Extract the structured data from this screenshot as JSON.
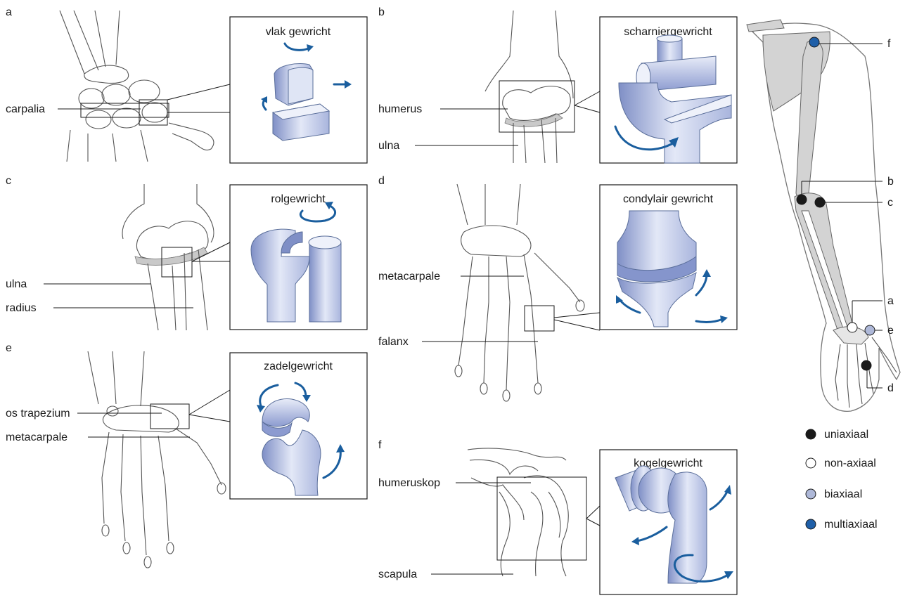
{
  "panels": {
    "a": {
      "letter": "a",
      "joint_title": "vlak gewricht",
      "labels": [
        "carpalia"
      ]
    },
    "b": {
      "letter": "b",
      "joint_title": "scharniergewricht",
      "labels": [
        "humerus",
        "ulna"
      ]
    },
    "c": {
      "letter": "c",
      "joint_title": "rolgewricht",
      "labels": [
        "ulna",
        "radius"
      ]
    },
    "d": {
      "letter": "d",
      "joint_title": "condylair gewricht",
      "labels": [
        "metacarpale",
        "falanx"
      ]
    },
    "e": {
      "letter": "e",
      "joint_title": "zadelgewricht",
      "labels": [
        "os trapezium",
        "metacarpale"
      ]
    },
    "f": {
      "letter": "f",
      "joint_title": "kogelgewricht",
      "labels": [
        "humeruskop",
        "scapula"
      ]
    }
  },
  "arm": {
    "markers": [
      {
        "letter": "f",
        "type": "multiaxiaal"
      },
      {
        "letter": "b",
        "type": "uniaxiaal"
      },
      {
        "letter": "c",
        "type": "uniaxiaal"
      },
      {
        "letter": "a",
        "type": "non-axiaal"
      },
      {
        "letter": "e",
        "type": "biaxiaal"
      },
      {
        "letter": "d",
        "type": "uniaxiaal"
      }
    ]
  },
  "legend": {
    "items": [
      {
        "label": "uniaxiaal",
        "fill": "#1a1a1a"
      },
      {
        "label": "non-axiaal",
        "fill": "#ffffff"
      },
      {
        "label": "biaxiaal",
        "fill": "#aeb8d8"
      },
      {
        "label": "multiaxiaal",
        "fill": "#1f5fa8"
      }
    ]
  },
  "colors": {
    "accent_blue": "#1a5e9e",
    "joint_fill_light": "#dfe5f5",
    "joint_fill_mid": "#9aa8d4",
    "bone_grey": "#d3d3d3"
  }
}
